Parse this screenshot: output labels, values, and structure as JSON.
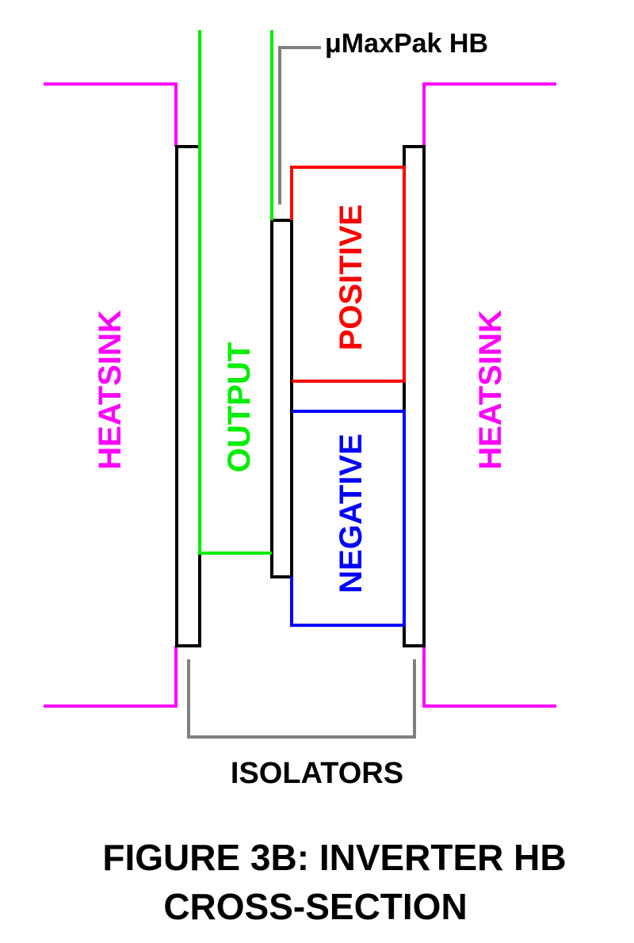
{
  "labels": {
    "part": "μMaxPak HB",
    "heatsink_left": "HEATSINK",
    "heatsink_right": "HEATSINK",
    "output": "OUTPUT",
    "positive": "POSITIVE",
    "negative": "NEGATIVE",
    "isolators": "ISOLATORS"
  },
  "caption": {
    "line1": "FIGURE 3B: INVERTER HB",
    "line2": "CROSS-SECTION"
  },
  "colors": {
    "heatsink": "#ff00ff",
    "output": "#00ee00",
    "positive": "#ff0000",
    "negative": "#0000ff",
    "isolator": "#000000",
    "leader": "#808080"
  }
}
